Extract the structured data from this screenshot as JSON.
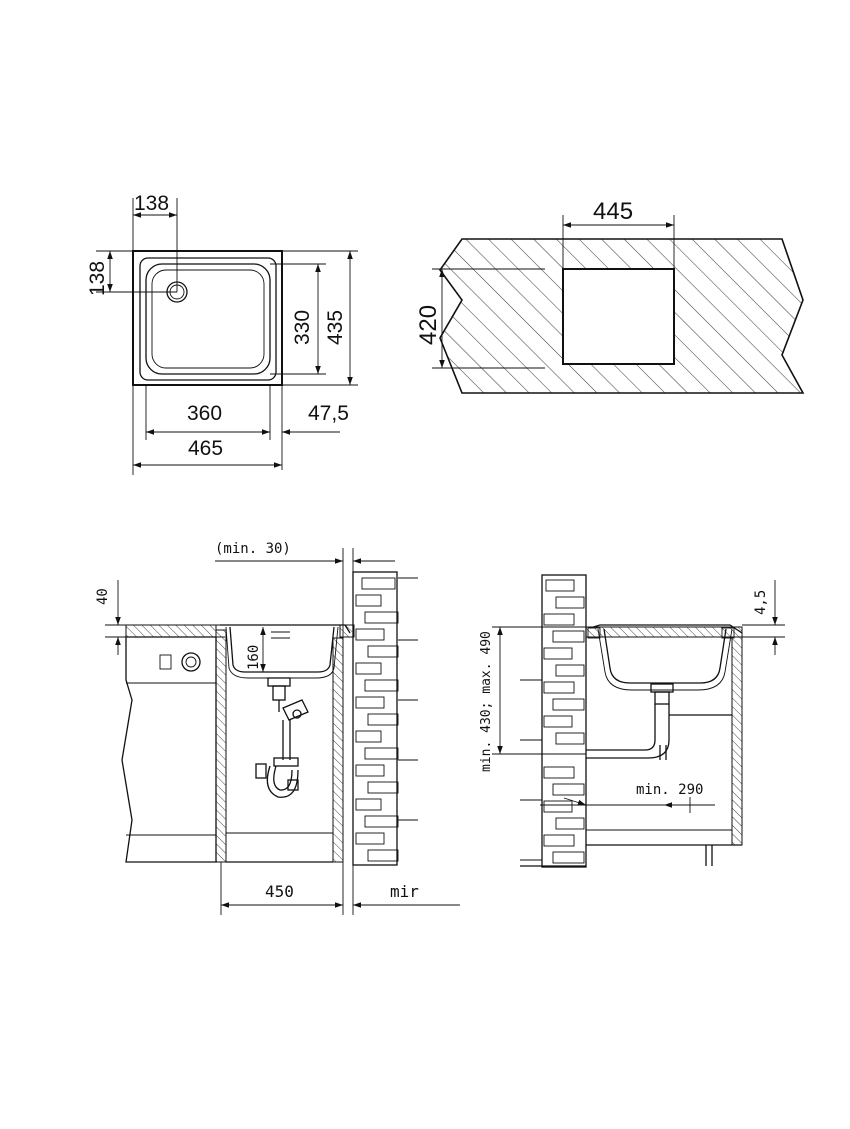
{
  "top_view": {
    "dim_bowl_edge_x": "138",
    "dim_bowl_edge_y": "138",
    "dim_bowl_depth": "330",
    "dim_total_depth": "435",
    "dim_bowl_width": "360",
    "dim_flange": "47,5",
    "dim_total_width": "465"
  },
  "cutout": {
    "width": "445",
    "height": "420"
  },
  "front_section": {
    "min_gap": "(min. 30)",
    "worktop": "40",
    "bowl_depth": "160",
    "cabinet_width": "450",
    "wall_note": "mir"
  },
  "side_section": {
    "flange_height": "4,5",
    "drain_height": "min. 430; max. 490",
    "min_distance": "min. 290"
  }
}
